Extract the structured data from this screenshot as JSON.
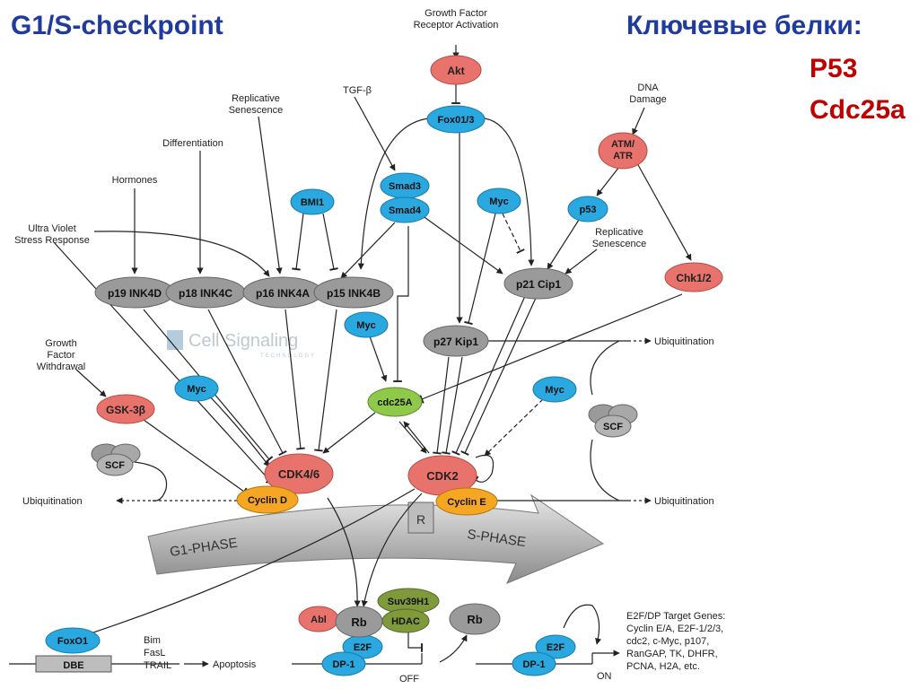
{
  "slide": {
    "title": "G1/S-checkpoint",
    "key_proteins_heading": "Ключевые белки:",
    "key_proteins": [
      "P53",
      "Cdc25a"
    ]
  },
  "watermark": {
    "brand": "Cell Signaling",
    "sub": "TECHNOLOGY"
  },
  "stimuli": {
    "growth_factor": [
      "Growth Factor",
      "Receptor Activation"
    ],
    "tgf": "TGF-β",
    "replicative_senescence_left": [
      "Replicative",
      "Senescence"
    ],
    "differentiation": "Differentiation",
    "hormones": "Hormones",
    "uv": [
      "Ultra Violet",
      "Stress Response"
    ],
    "dna_damage": [
      "DNA",
      "Damage"
    ],
    "replicative_senescence_right": [
      "Replicative",
      "Senescence"
    ],
    "gf_withdrawal": [
      "Growth",
      "Factor",
      "Withdrawal"
    ]
  },
  "nodes": {
    "akt": "Akt",
    "foxo13": "Fox01/3",
    "smad3": "Smad3",
    "smad4": "Smad4",
    "bmi1": "BMI1",
    "myc_top": "Myc",
    "atm_atr": [
      "ATM/",
      "ATR"
    ],
    "p53": "p53",
    "chk12": "Chk1/2",
    "p19": "p19 INK4D",
    "p18": "p18 INK4C",
    "p16": "p16 INK4A",
    "p15": "p15 INK4B",
    "p21": "p21 Cip1",
    "p27": "p27 Kip1",
    "myc_mid": "Myc",
    "cdc25a": "cdc25A",
    "gsk3b": "GSK-3β",
    "myc_left": "Myc",
    "myc_right": "Myc",
    "scf_left": "SCF",
    "scf_right": "SCF",
    "cdk46": "CDK4/6",
    "cyclin_d": "Cyclin D",
    "cdk2": "CDK2",
    "cyclin_e": "Cyclin E",
    "foxo1": "FoxO1",
    "dbe": "DBE",
    "abl": "Abl",
    "rb": "Rb",
    "e2f": "E2F",
    "dp1": "DP-1",
    "suv39h1": "Suv39H1",
    "hdac": "HDAC",
    "rb_free": "Rb",
    "e2f_2": "E2F",
    "dp1_2": "DP-1"
  },
  "labels": {
    "ubiq_top": "Ubiquitination",
    "ubiq_left": "Ubiquitination",
    "ubiq_right": "Ubiquitination",
    "g1_phase": "G1-PHASE",
    "r": "R",
    "s_phase": "S-PHASE",
    "apoptosis_genes": [
      "Bim",
      "FasL",
      "TRAIL"
    ],
    "apoptosis": "Apoptosis",
    "off": "OFF",
    "on": "ON",
    "target_genes": [
      "E2F/DP Target Genes:",
      "Cyclin E/A, E2F-1/2/3,",
      "cdc2, c-Myc, p107,",
      "RanGAP, TK, DHFR,",
      "PCNA, H2A, etc."
    ]
  },
  "colors": {
    "title_blue": "#1f3b9e",
    "key_red": "#c00000",
    "red_node": "#e8736d",
    "blue_node": "#2aa8e0",
    "gray_node": "#9a9a9a",
    "green_node": "#8fc94a",
    "olive_node": "#7f9a3a",
    "orange_node": "#f5a623"
  }
}
